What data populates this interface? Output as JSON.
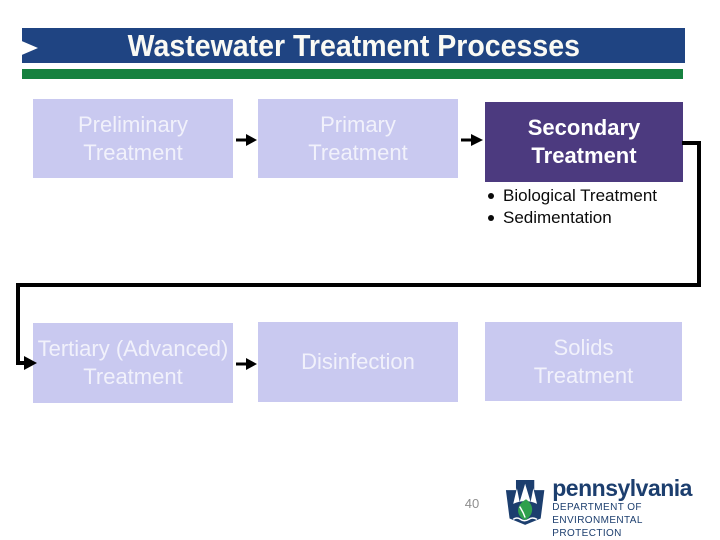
{
  "slide": {
    "title": "Wastewater Treatment Processes",
    "page_number": "40"
  },
  "boxes": {
    "preliminary": {
      "line1": "Preliminary",
      "line2": "Treatment"
    },
    "primary": {
      "line1": "Primary",
      "line2": "Treatment"
    },
    "secondary": {
      "line1": "Secondary",
      "line2": "Treatment"
    },
    "tertiary": {
      "line1": "Tertiary (Advanced)",
      "line2": "Treatment"
    },
    "disinfection": {
      "line1": "Disinfection"
    },
    "solids": {
      "line1": "Solids",
      "line2": "Treatment"
    }
  },
  "secondary_bullets": [
    "Biological Treatment",
    "Sedimentation"
  ],
  "logo": {
    "brand": "pennsylvania",
    "dept_line1": "DEPARTMENT OF ENVIRONMENTAL",
    "dept_line2": "PROTECTION"
  },
  "colors": {
    "title_bar": "#1F4482",
    "underline": "#16813F",
    "process_box": "#C9C9F0",
    "process_box_text": "#F1F1FB",
    "highlight_box": "#4C3A7F",
    "connector": "#000000",
    "logo_navy": "#1C3E6E",
    "leaf_green": "#2FA04D",
    "page_number": "#8E8E8E"
  }
}
